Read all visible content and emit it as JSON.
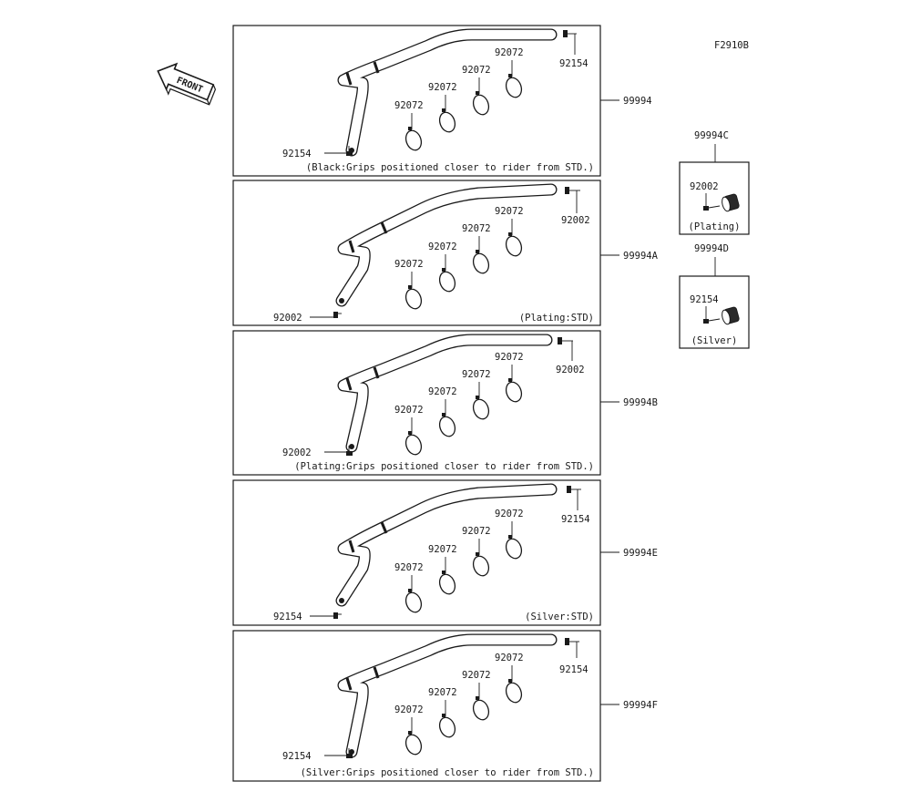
{
  "figure_code": "F2910B",
  "front_label": "FRONT",
  "assemblies": [
    {
      "part_number": "99994",
      "note": "(Black:Grips positioned closer to rider from STD.)",
      "bar_type": "lowered",
      "end_bolt": "92154",
      "lower_bolt": "92154",
      "clamps": [
        "92072",
        "92072",
        "92072",
        "92072"
      ]
    },
    {
      "part_number": "99994A",
      "note": "(Plating:STD)",
      "bar_type": "standard",
      "end_bolt": "92002",
      "lower_bolt": "92002",
      "clamps": [
        "92072",
        "92072",
        "92072",
        "92072"
      ]
    },
    {
      "part_number": "99994B",
      "note": "(Plating:Grips positioned closer to rider from STD.)",
      "bar_type": "lowered",
      "end_bolt": "92002",
      "lower_bolt": "92002",
      "clamps": [
        "92072",
        "92072",
        "92072",
        "92072"
      ]
    },
    {
      "part_number": "99994E",
      "note": "(Silver:STD)",
      "bar_type": "standard",
      "end_bolt": "92154",
      "lower_bolt": "92154",
      "clamps": [
        "92072",
        "92072",
        "92072",
        "92072"
      ]
    },
    {
      "part_number": "99994F",
      "note": "(Silver:Grips positioned closer to rider from STD.)",
      "bar_type": "lowered",
      "end_bolt": "92154",
      "lower_bolt": "92154",
      "clamps": [
        "92072",
        "92072",
        "92072",
        "92072"
      ]
    }
  ],
  "bar_end_kits": [
    {
      "part_number": "99994C",
      "bolt": "92002",
      "finish": "(Plating)"
    },
    {
      "part_number": "99994D",
      "bolt": "92154",
      "finish": "(Silver)"
    }
  ]
}
